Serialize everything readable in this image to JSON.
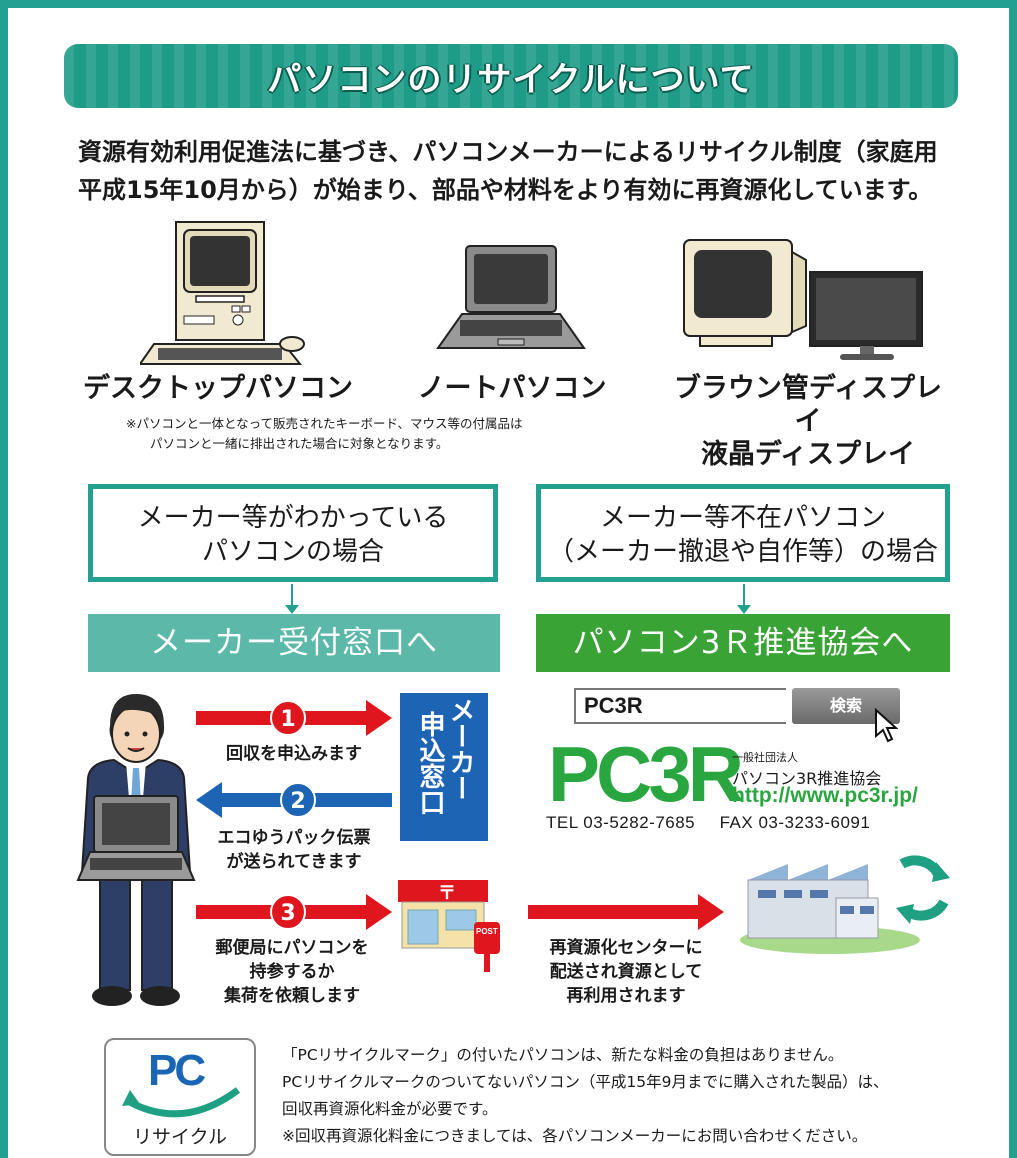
{
  "header": {
    "title": "パソコンのリサイクルについて"
  },
  "intro": {
    "line1": "資源有効利用促進法に基づき、パソコンメーカーによるリサイクル制度（家庭用",
    "line2": "平成15年10月から）が始まり、部品や材料をより有効に再資源化しています。"
  },
  "devices": {
    "desktop": "デスクトップパソコン",
    "laptop": "ノートパソコン",
    "crt": "ブラウン管ディスプレイ",
    "lcd": "液晶ディスプレイ",
    "note_line1": "※パソコンと一体となって販売されたキーボード、マウス等の付属品は",
    "note_line2": "パソコンと一緒に排出された場合に対象となります。"
  },
  "cases": {
    "known": {
      "line1": "メーカー等がわかっている",
      "line2": "パソコンの場合",
      "destination": "メーカー受付窓口へ"
    },
    "unknown": {
      "line1": "メーカー等不在パソコン",
      "line2": "（メーカー撤退や自作等）の場合",
      "destination": "パソコン3Ｒ推進協会へ"
    }
  },
  "steps": [
    {
      "num": "1",
      "caption_line1": "回収を申込みます",
      "caption_line2": "",
      "caption_line3": ""
    },
    {
      "num": "2",
      "caption_line1": "エコゆうパック伝票",
      "caption_line2": "が送られてきます",
      "caption_line3": ""
    },
    {
      "num": "3",
      "caption_line1": "郵便局にパソコンを",
      "caption_line2": "持参するか",
      "caption_line3": "集荷を依頼します"
    }
  ],
  "maker_window": {
    "col1": "申込窓口",
    "col2": "メーカー"
  },
  "post": {
    "sign": "〒",
    "box_label": "POST"
  },
  "recycle_center": {
    "line1": "再資源化センターに",
    "line2": "配送され資源として",
    "line3": "再利用されます"
  },
  "search": {
    "value": "PC3R",
    "button": "検索"
  },
  "pc3r": {
    "logo": "PC3R",
    "org_type": "一般社団法人",
    "org_name": "パソコン3R推進協会",
    "url": "http://www.pc3r.jp/",
    "tel": "TEL 03-5282-7685",
    "fax": "FAX 03-3233-6091"
  },
  "recycle_mark": {
    "pc": "PC",
    "label": "リサイクル"
  },
  "footer": {
    "line1": "「PCリサイクルマーク」の付いたパソコンは、新たな料金の負担はありません。",
    "line2": "PCリサイクルマークのついてないパソコン（平成15年9月までに購入された製品）は、",
    "line3": "回収再資源化料金が必要です。",
    "line4": "※回収再資源化料金につきましては、各パソコンメーカーにお問い合わせください。"
  },
  "colors": {
    "teal": "#23a08f",
    "maker_dest": "#5cb8a8",
    "pc3r_dest": "#3aa335",
    "red_arrow": "#e0161e",
    "blue_arrow": "#1e64b4",
    "pc3r_green": "#2aa640",
    "pc3r_blue": "#1a66b4"
  }
}
